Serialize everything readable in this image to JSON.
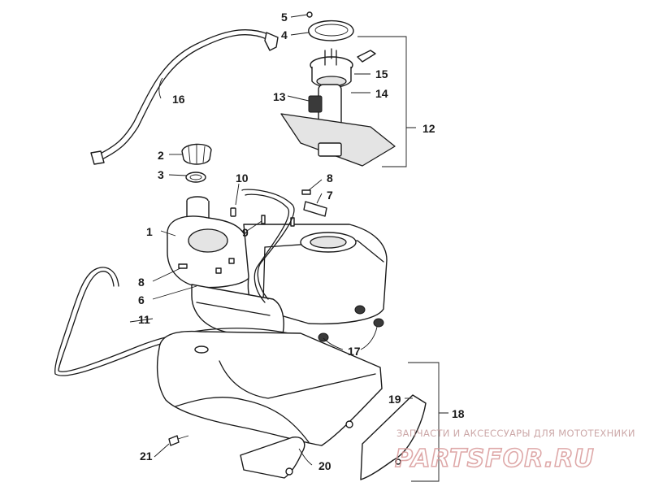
{
  "diagram": {
    "callouts": {
      "c1": "1",
      "c2": "2",
      "c3": "3",
      "c4": "4",
      "c5": "5",
      "c6": "6",
      "c7": "7",
      "c8a": "8",
      "c8b": "8",
      "c9": "9",
      "c10": "10",
      "c11": "11",
      "c12": "12",
      "c13": "13",
      "c14": "14",
      "c15": "15",
      "c16": "16",
      "c17": "17",
      "c18": "18",
      "c19": "19",
      "c20": "20",
      "c21": "21"
    }
  },
  "watermark": {
    "tagline": "ЗАПЧАСТИ И АКСЕССУАРЫ ДЛЯ МОТОТЕХНИКИ",
    "brand": "PARTSFOR.RU",
    "color": "#d99a9a"
  }
}
